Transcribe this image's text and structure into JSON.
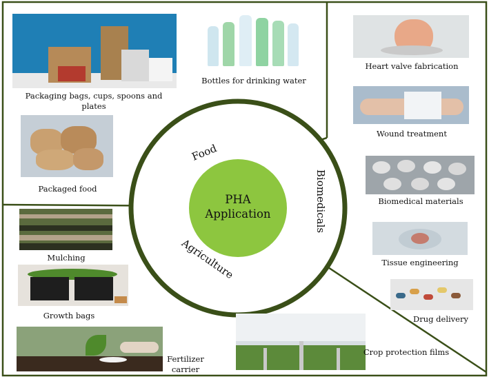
{
  "center": {
    "line1": "PHA",
    "line2": "Application"
  },
  "sectors": {
    "food": "Food",
    "biomedicals": "Biomedicals",
    "agriculture": "Agriculture"
  },
  "food": {
    "packaging": "Packaging bags, cups, spoons and plates",
    "bottles": "Bottles for drinking water",
    "packaged_food": "Packaged food"
  },
  "biomedical": {
    "heart_valve": "Heart valve fabrication",
    "wound": "Wound treatment",
    "materials": "Biomedical materials",
    "tissue": "Tissue engineering",
    "drug": "Drug delivery"
  },
  "agriculture": {
    "mulching": "Mulching",
    "growth_bags": "Growth bags",
    "fertilizer": "Fertilizer carrier",
    "crop_films": "Crop protection films"
  },
  "colors": {
    "ring": "#3a4f18",
    "center_fill": "#8dc63f"
  }
}
